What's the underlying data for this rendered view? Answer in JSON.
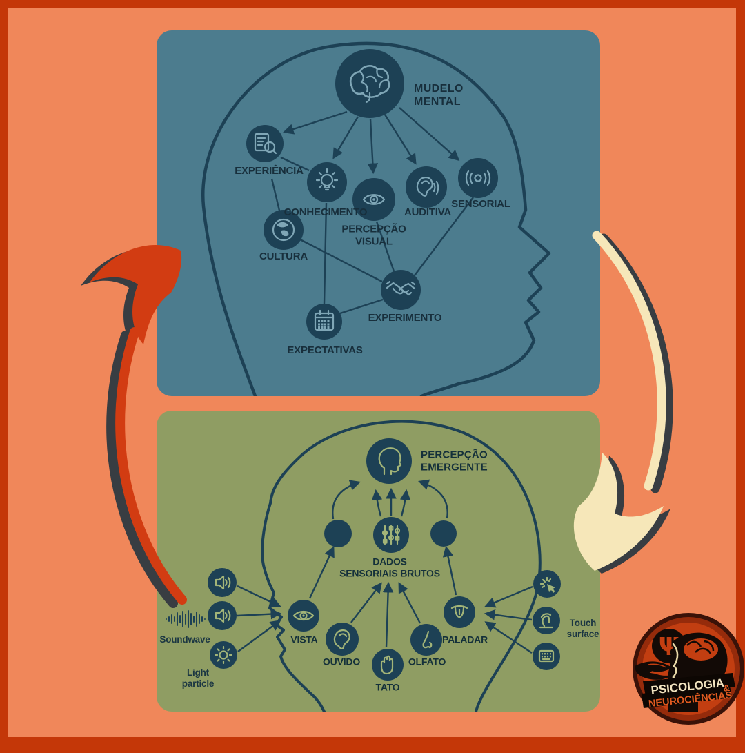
{
  "frame": {
    "border_color": "#c43708",
    "background_color": "#f0875a"
  },
  "top_panel": {
    "background_color": "#4c7c8e",
    "node_color": "#1d4155",
    "title": {
      "label": "MUDELO\nMENTAL",
      "icon": "brain-icon"
    },
    "nodes": [
      {
        "label": "EXPERIÊNCIA",
        "icon": "document-search-icon"
      },
      {
        "label": "CONHECIMENTO",
        "icon": "lightbulb-icon"
      },
      {
        "label": "PERCEPÇÃO\nVISUAL",
        "icon": "eye-icon"
      },
      {
        "label": "AUDITIVA",
        "icon": "ear-icon"
      },
      {
        "label": "SENSORIAL",
        "icon": "signal-waves-icon"
      },
      {
        "label": "CULTURA",
        "icon": "globe-icon"
      },
      {
        "label": "EXPERIMENTO",
        "icon": "handshake-icon"
      },
      {
        "label": "EXPECTATIVAS",
        "icon": "calendar-icon"
      }
    ]
  },
  "bottom_panel": {
    "background_color": "#8f9d63",
    "node_color": "#1d4155",
    "title": {
      "label": "PERCEPÇÃO\nEMERGENTE",
      "icon": "head-profile-icon"
    },
    "hub": {
      "label": "DADOS\nSENSORIAIS BRUTOS",
      "icon": "sliders-icon"
    },
    "senses": [
      {
        "label": "VISTA",
        "icon": "eye-icon"
      },
      {
        "label": "OUVIDO",
        "icon": "ear-icon"
      },
      {
        "label": "TATO",
        "icon": "hand-icon"
      },
      {
        "label": "OLFATO",
        "icon": "nose-icon"
      },
      {
        "label": "PALADAR",
        "icon": "tongue-icon"
      }
    ],
    "stimuli": [
      {
        "label": "Soundwave",
        "icon": "waveform-icon"
      },
      {
        "label": "Light\nparticle",
        "icon": "light-particle-icon"
      },
      {
        "label": "Touch\nsurface",
        "icon": "touch-hand-icon"
      }
    ]
  },
  "arrows": {
    "left_up_arrow_color": "#d23c12",
    "right_down_arrow_color": "#f6e7b9",
    "shadow_color": "#383d42"
  },
  "badge": {
    "line1": "PSICOLOGIA",
    "amp": "&",
    "line2": "NEUROCIÊNCIAS",
    "disc_color": "#c23e11",
    "line1_color": "#f2e4c0",
    "line2_color": "#e05a20"
  }
}
